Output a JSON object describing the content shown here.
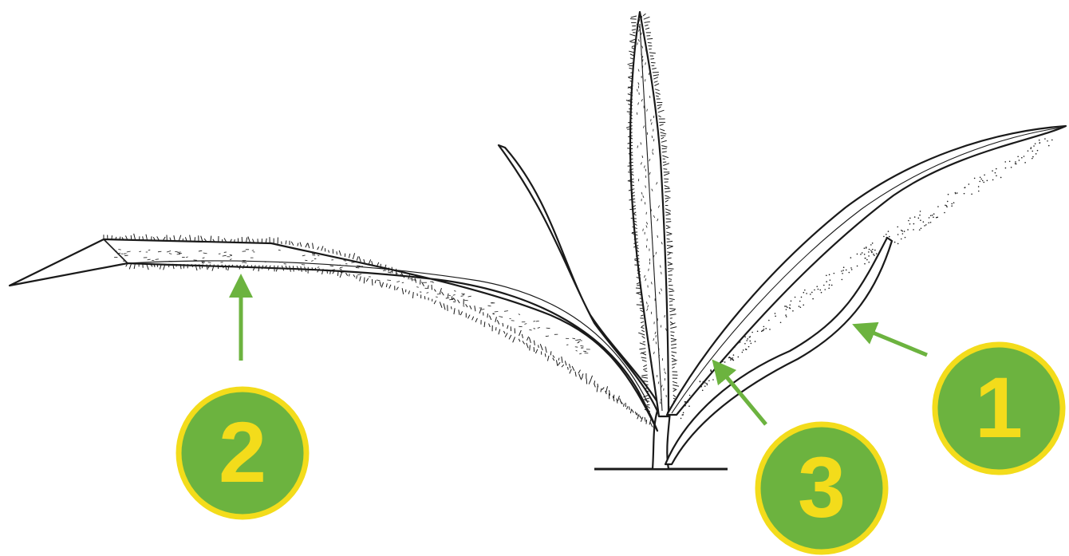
{
  "diagram": {
    "subject": "grass-seedling",
    "colors": {
      "ink": "#1a1a1a",
      "arrow": "#6cb33f",
      "badge_fill": "#6cb33f",
      "badge_ring": "#f3dc1b",
      "badge_text": "#f3dc1b"
    },
    "callouts": [
      {
        "id": "callout-1",
        "label": "1"
      },
      {
        "id": "callout-2",
        "label": "2"
      },
      {
        "id": "callout-3",
        "label": "3"
      }
    ]
  }
}
